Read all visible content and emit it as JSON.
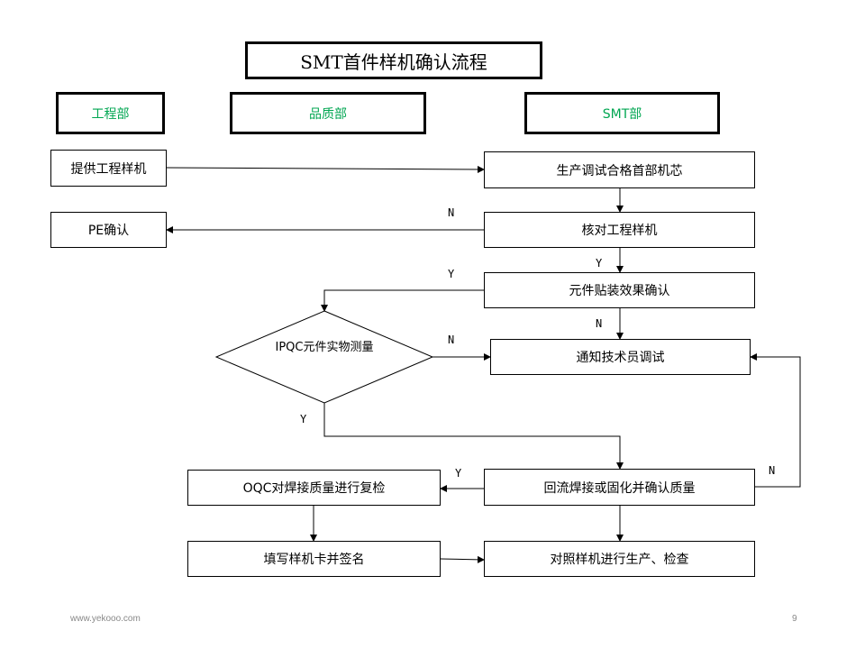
{
  "title": "SMT首件样机确认流程",
  "departments": {
    "engineering": "工程部",
    "quality": "品质部",
    "smt": "SMT部",
    "dept_color": "#00a651"
  },
  "nodes": {
    "provide_sample": "提供工程样机",
    "pe_confirm": "PE确认",
    "produce_debug": "生产调试合格首部机芯",
    "check_sample": "核对工程样机",
    "component_confirm": "元件贴装效果确认",
    "ipqc_measure": "IPQC元件实物测量",
    "notify_tech": "通知技术员调试",
    "oqc_recheck": "OQC对焊接质量进行复检",
    "reflow_confirm": "回流焊接或固化并确认质量",
    "fill_card": "填写样机卡并签名",
    "compare_produce": "对照样机进行生产、检查"
  },
  "edge_labels": {
    "n1": "N",
    "y1": "Y",
    "y2": "Y",
    "n2": "N",
    "n3": "N",
    "y3": "Y",
    "y4": "Y",
    "n4": "N"
  },
  "footer": {
    "site": "www.yekooo.com",
    "page": "9"
  }
}
